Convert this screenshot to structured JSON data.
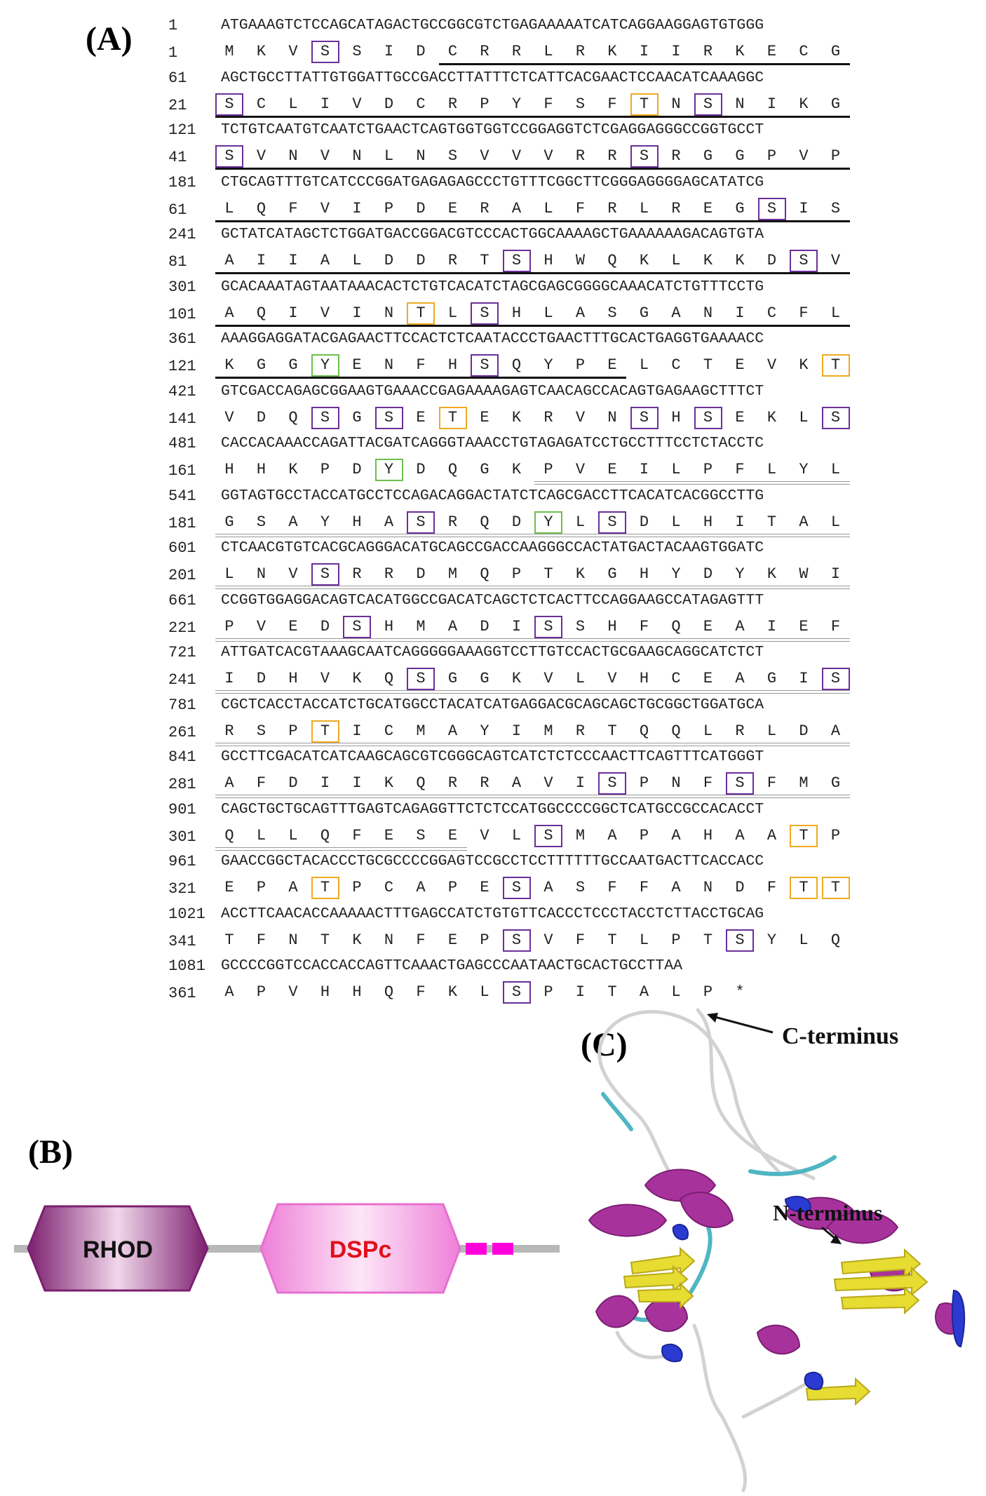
{
  "panels": {
    "a": "(A)",
    "b": "(B)",
    "c": "(C)"
  },
  "sequence": [
    {
      "dna_num": "1",
      "dna": "ATGAAAGTCTCCAGCATAGACTGCCGGCGTCTGAGAAAAATCATCAGGAAGGAGTGTGGG",
      "aa_num": "1",
      "aa": [
        "M",
        "K",
        "V",
        "S",
        "S",
        "I",
        "D",
        "C",
        "R",
        "R",
        "L",
        "R",
        "K",
        "I",
        "I",
        "R",
        "K",
        "E",
        "C",
        "G"
      ],
      "ser": [
        3
      ],
      "thr": [],
      "tyr": [],
      "rhod": [
        7,
        19
      ],
      "dsp": null
    },
    {
      "dna_num": "61",
      "dna": "AGCTGCCTTATTGTGGATTGCCGACCTTATTTCTCATTCACGAACTCCAACATCAAAGGC",
      "aa_num": "21",
      "aa": [
        "S",
        "C",
        "L",
        "I",
        "V",
        "D",
        "C",
        "R",
        "P",
        "Y",
        "F",
        "S",
        "F",
        "T",
        "N",
        "S",
        "N",
        "I",
        "K",
        "G"
      ],
      "ser": [
        0,
        15
      ],
      "thr": [
        13
      ],
      "tyr": [],
      "rhod": [
        0,
        19
      ],
      "dsp": null
    },
    {
      "dna_num": "121",
      "dna": "TCTGTCAATGTCAATCTGAACTCAGTGGTGGTCCGGAGGTCTCGAGGAGGGCCGGTGCCT",
      "aa_num": "41",
      "aa": [
        "S",
        "V",
        "N",
        "V",
        "N",
        "L",
        "N",
        "S",
        "V",
        "V",
        "V",
        "R",
        "R",
        "S",
        "R",
        "G",
        "G",
        "P",
        "V",
        "P"
      ],
      "ser": [
        0,
        13
      ],
      "thr": [],
      "tyr": [],
      "rhod": [
        0,
        19
      ],
      "dsp": null
    },
    {
      "dna_num": "181",
      "dna": "CTGCAGTTTGTCATCCCGGATGAGAGAGCCCTGTTTCGGCTTCGGGAGGGGAGCATATCG",
      "aa_num": "61",
      "aa": [
        "L",
        "Q",
        "F",
        "V",
        "I",
        "P",
        "D",
        "E",
        "R",
        "A",
        "L",
        "F",
        "R",
        "L",
        "R",
        "E",
        "G",
        "S",
        "I",
        "S"
      ],
      "ser": [
        17
      ],
      "thr": [],
      "tyr": [],
      "rhod": [
        0,
        19
      ],
      "dsp": null
    },
    {
      "dna_num": "241",
      "dna": "GCTATCATAGCTCTGGATGACCGGACGTCCCACTGGCAAAAGCTGAAAAAAGACAGTGTA",
      "aa_num": "81",
      "aa": [
        "A",
        "I",
        "I",
        "A",
        "L",
        "D",
        "D",
        "R",
        "T",
        "S",
        "H",
        "W",
        "Q",
        "K",
        "L",
        "K",
        "K",
        "D",
        "S",
        "V"
      ],
      "ser": [
        9,
        18
      ],
      "thr": [],
      "tyr": [],
      "rhod": [
        0,
        19
      ],
      "dsp": null
    },
    {
      "dna_num": "301",
      "dna": "GCACAAATAGTAATAAACACTCTGTCACATCTAGCGAGCGGGGCAAACATCTGTTTCCTG",
      "aa_num": "101",
      "aa": [
        "A",
        "Q",
        "I",
        "V",
        "I",
        "N",
        "T",
        "L",
        "S",
        "H",
        "L",
        "A",
        "S",
        "G",
        "A",
        "N",
        "I",
        "C",
        "F",
        "L"
      ],
      "ser": [
        8
      ],
      "thr": [
        6
      ],
      "tyr": [],
      "rhod": [
        0,
        19
      ],
      "dsp": null
    },
    {
      "dna_num": "361",
      "dna": "AAAGGAGGATACGAGAACTTCCACTCTCAATACCCTGAACTTTGCACTGAGGTGAAAACC",
      "aa_num": "121",
      "aa": [
        "K",
        "G",
        "G",
        "Y",
        "E",
        "N",
        "F",
        "H",
        "S",
        "Q",
        "Y",
        "P",
        "E",
        "L",
        "C",
        "T",
        "E",
        "V",
        "K",
        "T"
      ],
      "ser": [
        8
      ],
      "thr": [
        19
      ],
      "tyr": [
        3
      ],
      "rhod": [
        0,
        12
      ],
      "dsp": null
    },
    {
      "dna_num": "421",
      "dna": "GTCGACCAGAGCGGAAGTGAAACCGAGAAAAGAGTCAACAGCCACAGTGAGAAGCTTTCT",
      "aa_num": "141",
      "aa": [
        "V",
        "D",
        "Q",
        "S",
        "G",
        "S",
        "E",
        "T",
        "E",
        "K",
        "R",
        "V",
        "N",
        "S",
        "H",
        "S",
        "E",
        "K",
        "L",
        "S"
      ],
      "ser": [
        3,
        5,
        13,
        15,
        19
      ],
      "thr": [
        7
      ],
      "tyr": [],
      "rhod": null,
      "dsp": null
    },
    {
      "dna_num": "481",
      "dna": "CACCACAAACCAGATTACGATCAGGGTAAACCTGTAGAGATCCTGCCTTTCCTCTACCTC",
      "aa_num": "161",
      "aa": [
        "H",
        "H",
        "K",
        "P",
        "D",
        "Y",
        "D",
        "Q",
        "G",
        "K",
        "P",
        "V",
        "E",
        "I",
        "L",
        "P",
        "F",
        "L",
        "Y",
        "L"
      ],
      "ser": [],
      "thr": [],
      "tyr": [
        5
      ],
      "rhod": null,
      "dsp": [
        10,
        19
      ]
    },
    {
      "dna_num": "541",
      "dna": "GGTAGTGCCTACCATGCCTCCAGACAGGACTATCTCAGCGACCTTCACATCACGGCCTTG",
      "aa_num": "181",
      "aa": [
        "G",
        "S",
        "A",
        "Y",
        "H",
        "A",
        "S",
        "R",
        "Q",
        "D",
        "Y",
        "L",
        "S",
        "D",
        "L",
        "H",
        "I",
        "T",
        "A",
        "L"
      ],
      "ser": [
        6,
        12
      ],
      "thr": [],
      "tyr": [
        10
      ],
      "rhod": null,
      "dsp": [
        0,
        19
      ]
    },
    {
      "dna_num": "601",
      "dna": "CTCAACGTGTCACGCAGGGACATGCAGCCGACCAAGGGCCACTATGACTACAAGTGGATC",
      "aa_num": "201",
      "aa": [
        "L",
        "N",
        "V",
        "S",
        "R",
        "R",
        "D",
        "M",
        "Q",
        "P",
        "T",
        "K",
        "G",
        "H",
        "Y",
        "D",
        "Y",
        "K",
        "W",
        "I"
      ],
      "ser": [
        3
      ],
      "thr": [],
      "tyr": [],
      "rhod": null,
      "dsp": [
        0,
        19
      ]
    },
    {
      "dna_num": "661",
      "dna": "CCGGTGGAGGACAGTCACATGGCCGACATCAGCTCTCACTTCCAGGAAGCCATAGAGTTT",
      "aa_num": "221",
      "aa": [
        "P",
        "V",
        "E",
        "D",
        "S",
        "H",
        "M",
        "A",
        "D",
        "I",
        "S",
        "S",
        "H",
        "F",
        "Q",
        "E",
        "A",
        "I",
        "E",
        "F"
      ],
      "ser": [
        4,
        10
      ],
      "thr": [],
      "tyr": [],
      "rhod": null,
      "dsp": [
        0,
        19
      ]
    },
    {
      "dna_num": "721",
      "dna": "ATTGATCACGTAAAGCAATCAGGGGGAAAGGTCCTTGTCCACTGCGAAGCAGGCATCTCT",
      "aa_num": "241",
      "aa": [
        "I",
        "D",
        "H",
        "V",
        "K",
        "Q",
        "S",
        "G",
        "G",
        "K",
        "V",
        "L",
        "V",
        "H",
        "C",
        "E",
        "A",
        "G",
        "I",
        "S"
      ],
      "ser": [
        6,
        19
      ],
      "thr": [],
      "tyr": [],
      "rhod": null,
      "dsp": [
        0,
        19
      ]
    },
    {
      "dna_num": "781",
      "dna": "CGCTCACCTACCATCTGCATGGCCTACATCATGAGGACGCAGCAGCTGCGGCTGGATGCA",
      "aa_num": "261",
      "aa": [
        "R",
        "S",
        "P",
        "T",
        "I",
        "C",
        "M",
        "A",
        "Y",
        "I",
        "M",
        "R",
        "T",
        "Q",
        "Q",
        "L",
        "R",
        "L",
        "D",
        "A"
      ],
      "ser": [],
      "thr": [
        3
      ],
      "tyr": [],
      "rhod": null,
      "dsp": [
        0,
        19
      ]
    },
    {
      "dna_num": "841",
      "dna": "GCCTTCGACATCATCAAGCAGCGTCGGGCAGTCATCTCTCCCAACTTCAGTTTCATGGGT",
      "aa_num": "281",
      "aa": [
        "A",
        "F",
        "D",
        "I",
        "I",
        "K",
        "Q",
        "R",
        "R",
        "A",
        "V",
        "I",
        "S",
        "P",
        "N",
        "F",
        "S",
        "F",
        "M",
        "G"
      ],
      "ser": [
        12,
        16
      ],
      "thr": [],
      "tyr": [],
      "rhod": null,
      "dsp": [
        0,
        19
      ]
    },
    {
      "dna_num": "901",
      "dna": "CAGCTGCTGCAGTTTGAGTCAGAGGTTCTCTCCATGGCCCCGGCTCATGCCGCCACACCT",
      "aa_num": "301",
      "aa": [
        "Q",
        "L",
        "L",
        "Q",
        "F",
        "E",
        "S",
        "E",
        "V",
        "L",
        "S",
        "M",
        "A",
        "P",
        "A",
        "H",
        "A",
        "A",
        "T",
        "P"
      ],
      "ser": [
        10
      ],
      "thr": [
        18
      ],
      "tyr": [],
      "rhod": null,
      "dsp": [
        0,
        7
      ]
    },
    {
      "dna_num": "961",
      "dna": "GAACCGGCTACACCCTGCGCCCCGGAGTCCGCCTCCTTTTTTGCCAATGACTTCACCACC",
      "aa_num": "321",
      "aa": [
        "E",
        "P",
        "A",
        "T",
        "P",
        "C",
        "A",
        "P",
        "E",
        "S",
        "A",
        "S",
        "F",
        "F",
        "A",
        "N",
        "D",
        "F",
        "T",
        "T"
      ],
      "ser": [
        9
      ],
      "thr": [
        3,
        18,
        19
      ],
      "tyr": [],
      "rhod": null,
      "dsp": null
    },
    {
      "dna_num": "1021",
      "dna": "ACCTTCAACACCAAAAACTTTGAGCCATCTGTGTTCACCCTCCCTACCTCTTACCTGCAG",
      "aa_num": "341",
      "aa": [
        "T",
        "F",
        "N",
        "T",
        "K",
        "N",
        "F",
        "E",
        "P",
        "S",
        "V",
        "F",
        "T",
        "L",
        "P",
        "T",
        "S",
        "Y",
        "L",
        "Q"
      ],
      "ser": [
        9,
        16
      ],
      "thr": [],
      "tyr": [],
      "rhod": null,
      "dsp": null
    },
    {
      "dna_num": "1081",
      "dna": "GCCCCGGTCCACCACCAGTTCAAACTGAGCCCAATAACTGCACTGCCTTAA",
      "aa_num": "361",
      "aa": [
        "A",
        "P",
        "V",
        "H",
        "H",
        "Q",
        "F",
        "K",
        "L",
        "S",
        "P",
        "I",
        "T",
        "A",
        "L",
        "P",
        "*"
      ],
      "ser": [
        9
      ],
      "thr": [],
      "tyr": [],
      "rhod": null,
      "dsp": null
    }
  ],
  "domains": {
    "rhod": "RHOD",
    "dspc": "DSPc"
  },
  "structure": {
    "c_terminus": "C-terminus",
    "n_terminus": "N-terminus"
  },
  "colors": {
    "ser_box": "#6a2f9a",
    "thr_box": "#f0a920",
    "tyr_box": "#6dbf4b",
    "rhod": "#a6348f",
    "dspc": "#ef86da",
    "helix": "#a8329c",
    "sheet": "#e6dc32",
    "turn": "#4fb6c2",
    "coil": "#cfcfcf",
    "helix310": "#2b3bd1"
  }
}
